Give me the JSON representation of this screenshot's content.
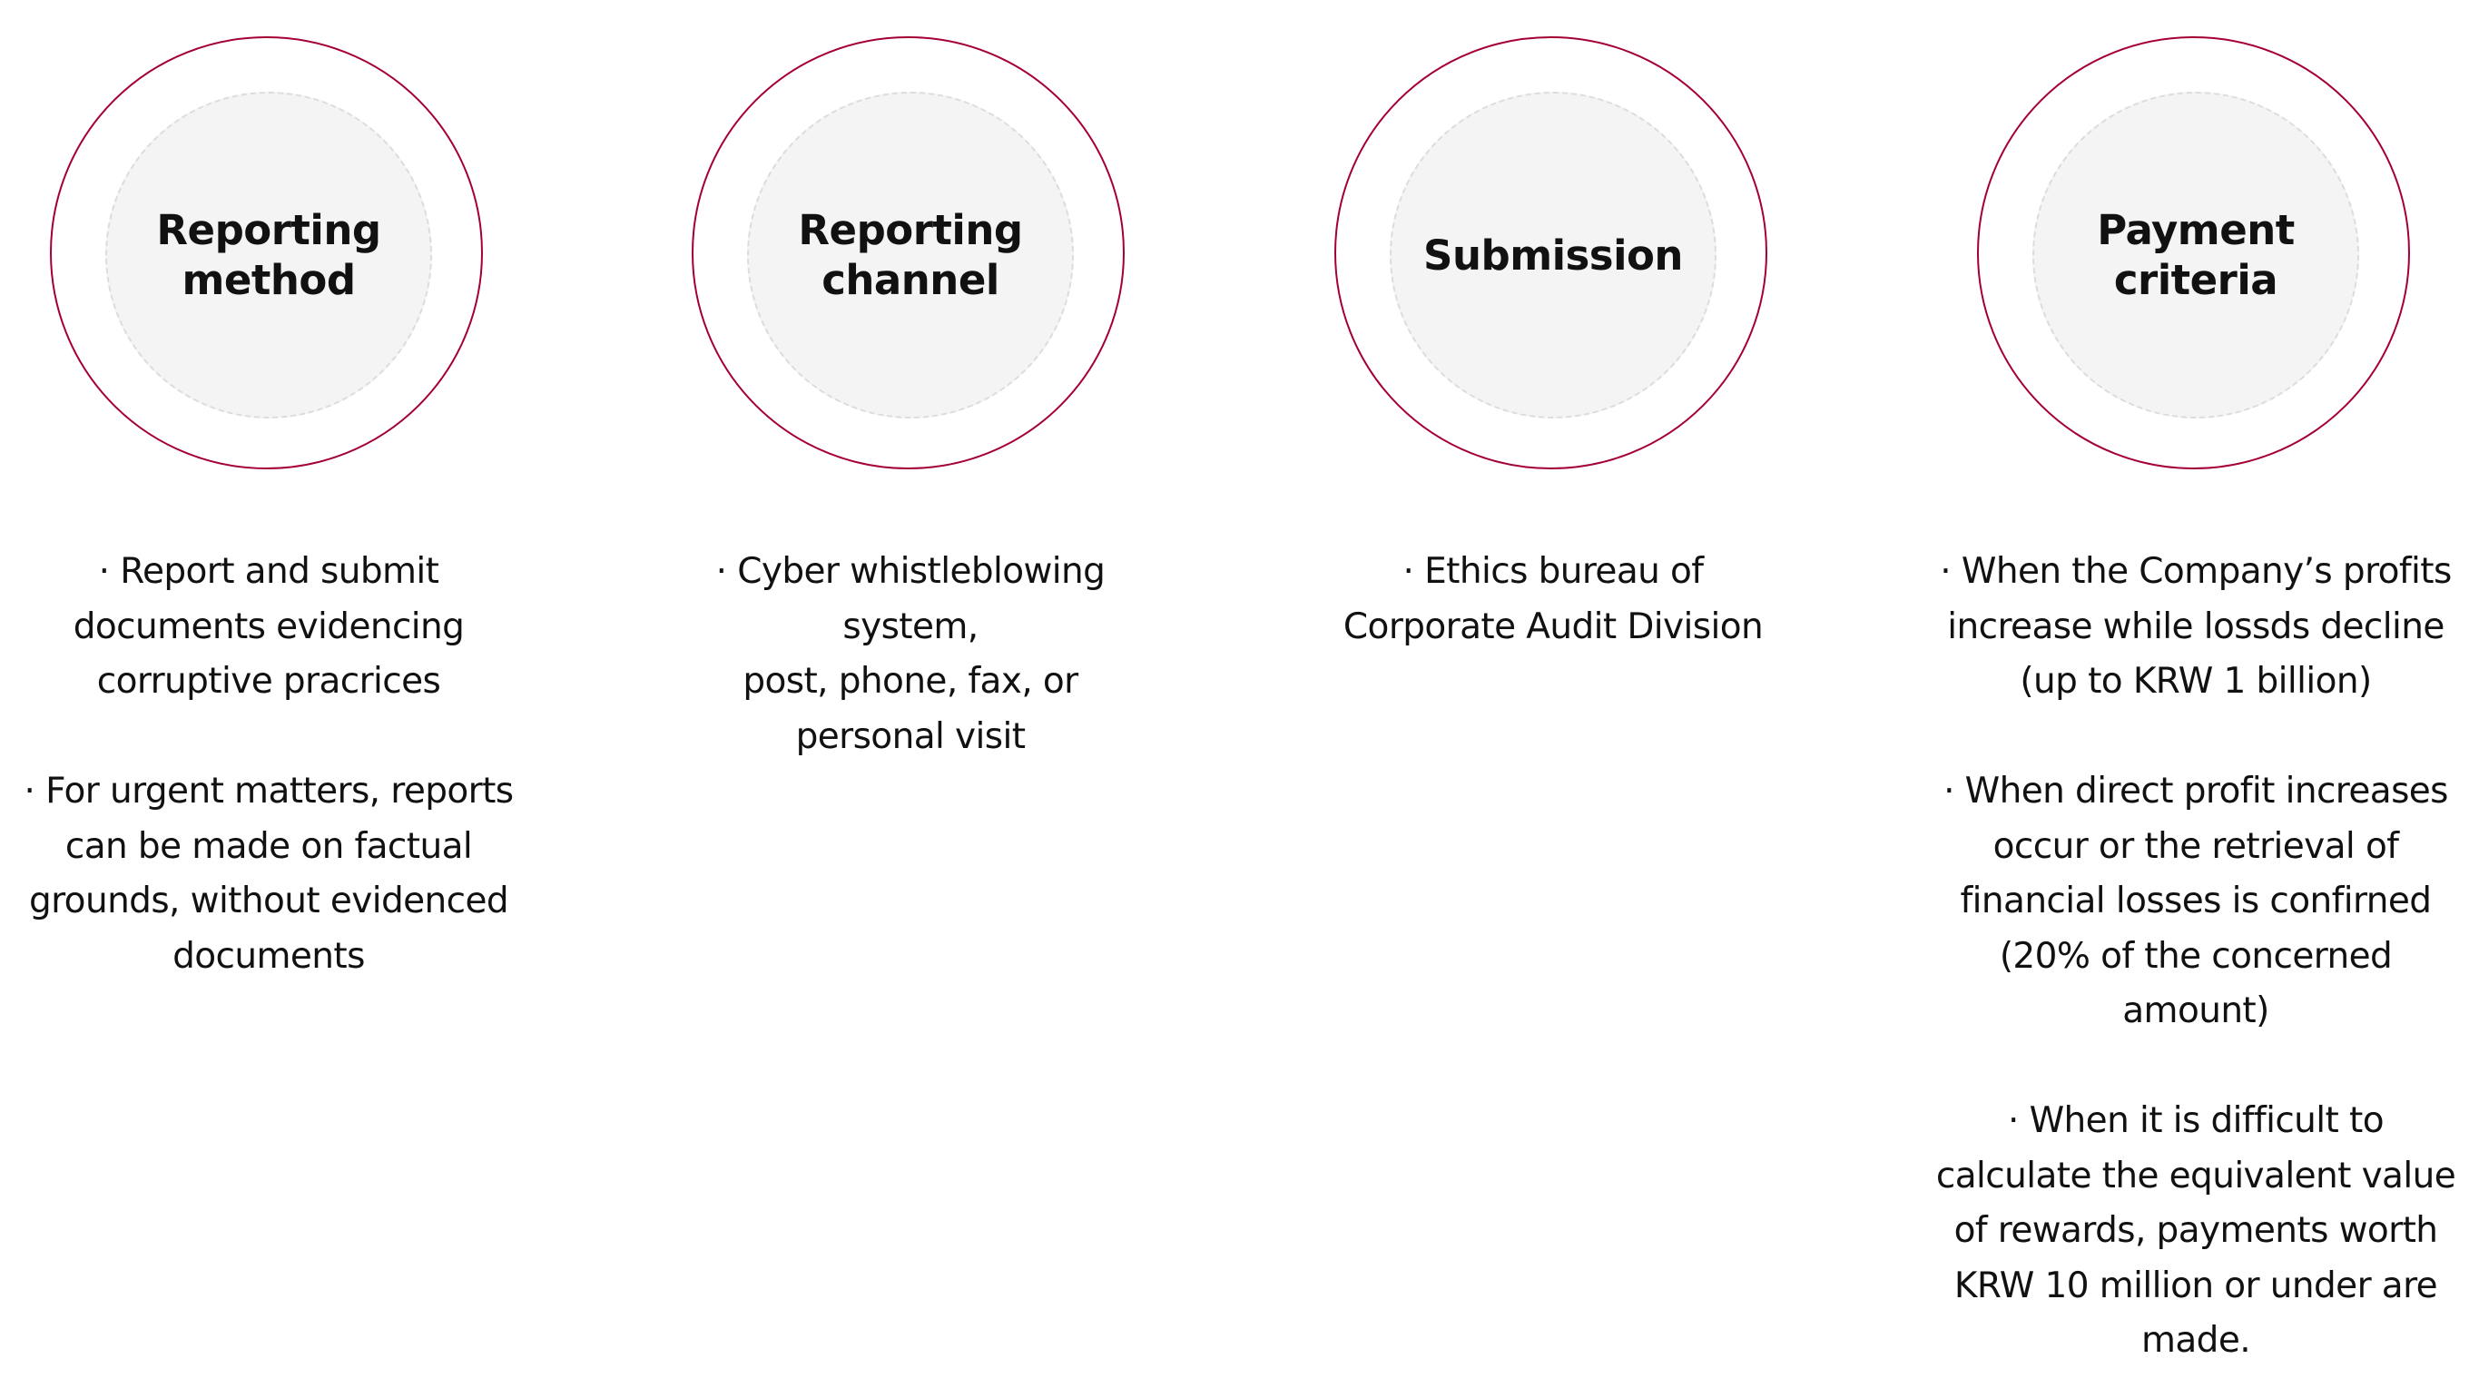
{
  "columns": [
    {
      "title": "Reporting\nmethod",
      "bullets": [
        "· Report and submit\ndocuments evidencing\ncorruptive pracrices",
        "· For urgent matters, reports\ncan be made on factual\ngrounds, without evidenced\ndocuments"
      ]
    },
    {
      "title": "Reporting\nchannel",
      "bullets": [
        "· Cyber whistleblowing\nsystem,\npost, phone, fax, or\npersonal visit"
      ]
    },
    {
      "title": "Submission",
      "bullets": [
        "· Ethics bureau of\nCorporate Audit Division"
      ]
    },
    {
      "title": "Payment\ncriteria",
      "bullets": [
        "· When the Company’s profits\nincrease while lossds decline\n(up to KRW 1 billion)",
        "· When direct profit increases\noccur or the retrieval of\nfinancial losses is confirned\n(20% of the concerned\namount)",
        "· When it is difficult to\ncalculate the equivalent value\nof rewards, payments worth\nKRW 10 million or under are\nmade."
      ]
    }
  ],
  "colors": {
    "ring": "#a50034",
    "disc": "#f4f4f4",
    "text": "#111111"
  }
}
